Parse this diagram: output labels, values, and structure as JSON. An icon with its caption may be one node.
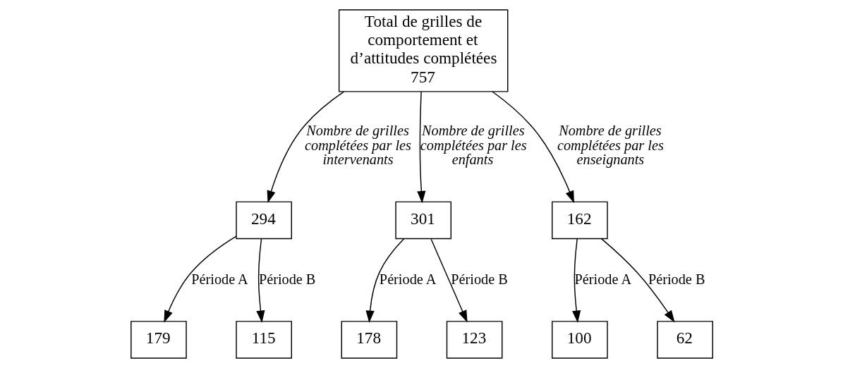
{
  "diagram": {
    "nodes": [
      {
        "text": [
          "Total de grilles de comportement et d’attitudes complétées",
          "757"
        ]
      },
      {
        "text": [
          "294"
        ]
      },
      {
        "text": [
          "301"
        ]
      },
      {
        "text": [
          "162"
        ]
      },
      {
        "text": [
          "179"
        ]
      },
      {
        "text": [
          "115"
        ]
      },
      {
        "text": [
          "178"
        ]
      },
      {
        "text": [
          "123"
        ]
      },
      {
        "text": [
          "100"
        ]
      },
      {
        "text": [
          "62"
        ]
      }
    ],
    "edges": [
      {
        "from": 0,
        "to": 1,
        "arrow": "to",
        "label": "Nombre de grilles complétées par les intervenants"
      },
      {
        "from": 0,
        "to": 2,
        "arrow": "to",
        "label": "Nombre de grilles complétées par les enfants"
      },
      {
        "from": 0,
        "to": 3,
        "arrow": "to",
        "label": "Nombre de grilles complétées par les enseignants"
      },
      {
        "from": 1,
        "to": 4,
        "arrow": "to",
        "label": "Période A"
      },
      {
        "from": 1,
        "to": 5,
        "arrow": "to",
        "label": "Période B"
      },
      {
        "from": 2,
        "to": 6,
        "arrow": "to",
        "label": "Période A"
      },
      {
        "from": 2,
        "to": 7,
        "arrow": "to",
        "label": "Période B"
      },
      {
        "from": 3,
        "to": 8,
        "arrow": "to",
        "label": "Période A"
      },
      {
        "from": 3,
        "to": 9,
        "arrow": "to",
        "label": "Période B"
      }
    ]
  }
}
